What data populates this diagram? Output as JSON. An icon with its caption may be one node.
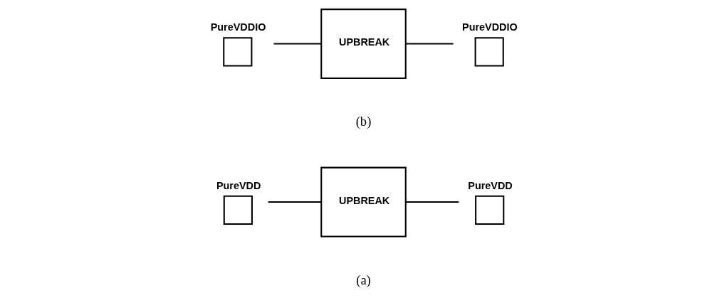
{
  "diagram": {
    "nodes": [
      {
        "text": [
          "PureVDD"
        ]
      },
      {
        "text": [
          "UPBREAK"
        ]
      },
      {
        "text": [
          "PureVDD"
        ]
      },
      {
        "text": [
          "PureVDDIO"
        ]
      },
      {
        "text": [
          "UPBREAK"
        ]
      },
      {
        "text": [
          "PureVDDIO"
        ]
      }
    ],
    "edges": [
      {
        "from": 0,
        "to": 1,
        "arrow": "none"
      },
      {
        "from": 1,
        "to": 2,
        "arrow": "none"
      },
      {
        "from": 3,
        "to": 4,
        "arrow": "none"
      },
      {
        "from": 4,
        "to": 5,
        "arrow": "none"
      }
    ],
    "labels": [
      "(a)",
      "(b)"
    ]
  }
}
